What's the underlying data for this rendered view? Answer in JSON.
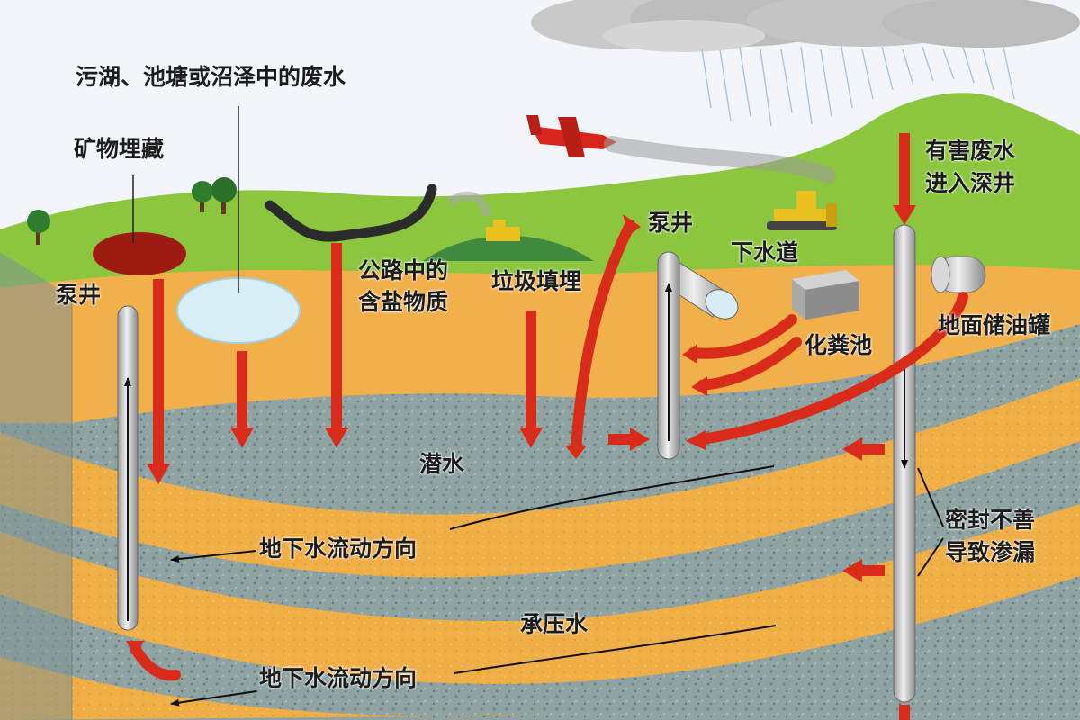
{
  "colors": {
    "sky": "#eef3f8",
    "grass": "#8cc63f",
    "soil": "#f1b24a",
    "aquifer": "#8fa3a3",
    "arrow": "#d92b1a",
    "wellPipe": "#c9c9c9"
  },
  "labels": {
    "wastewater_ponds": "污湖、池塘或沼泽中的废水",
    "mineral_burial": "矿物埋藏",
    "pump_well_left": "泵井",
    "pump_well_mid": "泵井",
    "road_salt_line1": "公路中的",
    "road_salt_line2": "含盐物质",
    "landfill": "垃圾填埋",
    "sewer": "下水道",
    "septic_tank": "化粪池",
    "hazardous_line1": "有害废水",
    "hazardous_line2": "进入深井",
    "oil_tank": "地面储油罐",
    "unconfined_water": "潜水",
    "flow_direction_upper": "地下水流动方向",
    "confined_water": "承压水",
    "flow_direction_lower": "地下水流动方向",
    "poor_seal_line1": "密封不善",
    "poor_seal_line2": "导致渗漏"
  }
}
